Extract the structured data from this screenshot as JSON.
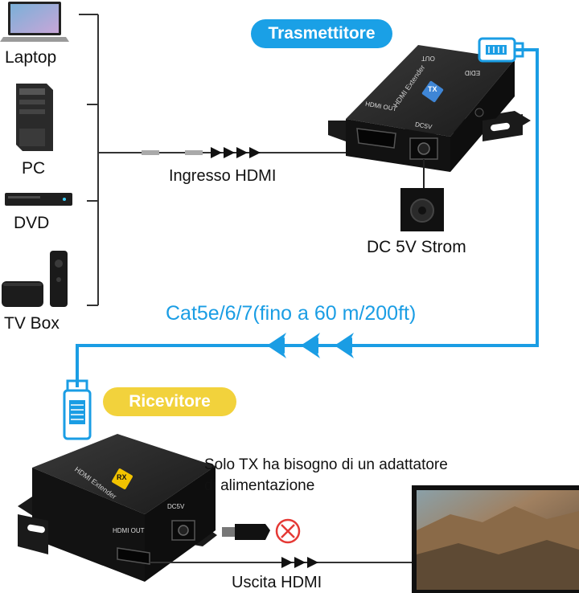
{
  "devices": {
    "laptop": "Laptop",
    "pc": "PC",
    "dvd": "DVD",
    "tvbox": "TV Box"
  },
  "transmitter": {
    "title": "Trasmettitore",
    "badge": "TX",
    "product": "HDMI Extender",
    "port_hdmi": "HDMI OUT",
    "port_dc": "DC5V",
    "port_edid": "EDID",
    "port_out": "OUT"
  },
  "receiver": {
    "title": "Ricevitore",
    "badge": "RX",
    "product": "HDMI Extender",
    "port_hdmi": "HDMI OUT",
    "port_dc": "DC5V"
  },
  "labels": {
    "hdmi_in": "Ingresso HDMI",
    "power": "DC 5V Strom",
    "cable": "Cat5e/6/7(fino a 60 m/200ft)",
    "note_line1": "Solo TX ha bisogno di un adattatore",
    "note_line2": "di alimentazione",
    "hdmi_out": "Uscita HDMI"
  },
  "colors": {
    "cable_blue": "#1a9de4",
    "receiver_pill": "#f2d23c",
    "badge_blue": "#3f86d6",
    "badge_yellow": "#f2c300",
    "no_power": "#e53935"
  }
}
